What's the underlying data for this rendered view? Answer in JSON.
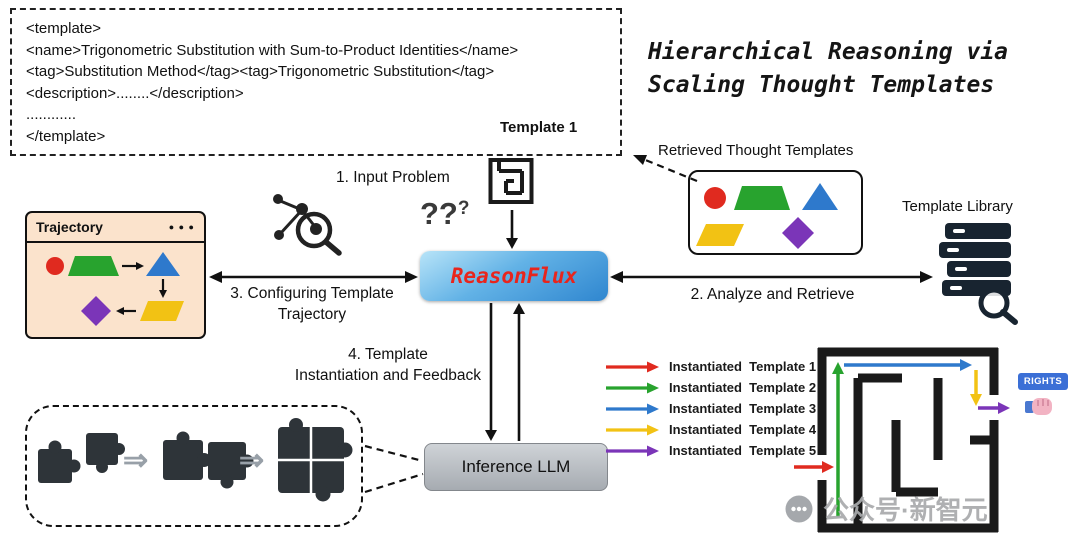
{
  "palette": {
    "red": "#e02a1f",
    "green": "#28a32e",
    "blue": "#2e79cc",
    "yellow": "#f2c214",
    "purple": "#7b35b8",
    "reasonflux_text": "#e8251d"
  },
  "template_box": {
    "lines": [
      "<template>",
      "<name>Trigonometric Substitution with Sum-to-Product Identities</name>",
      "<tag>Substitution Method</tag><tag>Trigonometric Substitution</tag>",
      "<description>........</description>",
      "............",
      "</template>"
    ],
    "label": "Template 1"
  },
  "title": {
    "line1": "Hierarchical Reasoning via",
    "line2": "Scaling Thought Templates"
  },
  "steps": {
    "input_problem": "1. Input Problem",
    "analyze_retrieve": "2. Analyze and Retrieve",
    "configure_line1": "3. Configuring Template",
    "configure_line2": "Trajectory",
    "instantiate_line1": "4. Template",
    "instantiate_line2": "Instantiation and Feedback"
  },
  "nodes": {
    "reasonflux": "ReasonFlux",
    "inference_llm": "Inference LLM",
    "trajectory_title": "Trajectory",
    "trajectory_dots": "● ● ●",
    "retrieved_label": "Retrieved Thought Templates",
    "library_label": "Template Library"
  },
  "icons": {
    "question_marks_large": "??",
    "question_mark_small": "?",
    "puzzle_arrow": "⇒"
  },
  "legend": [
    "Instantiated  Template 1",
    "Instantiated  Template 2",
    "Instantiated  Template 3",
    "Instantiated  Template 4",
    "Instantiated  Template 5"
  ],
  "maze": {
    "badge": "RIGHTS"
  },
  "watermark": {
    "text": "公众号·新智元"
  }
}
